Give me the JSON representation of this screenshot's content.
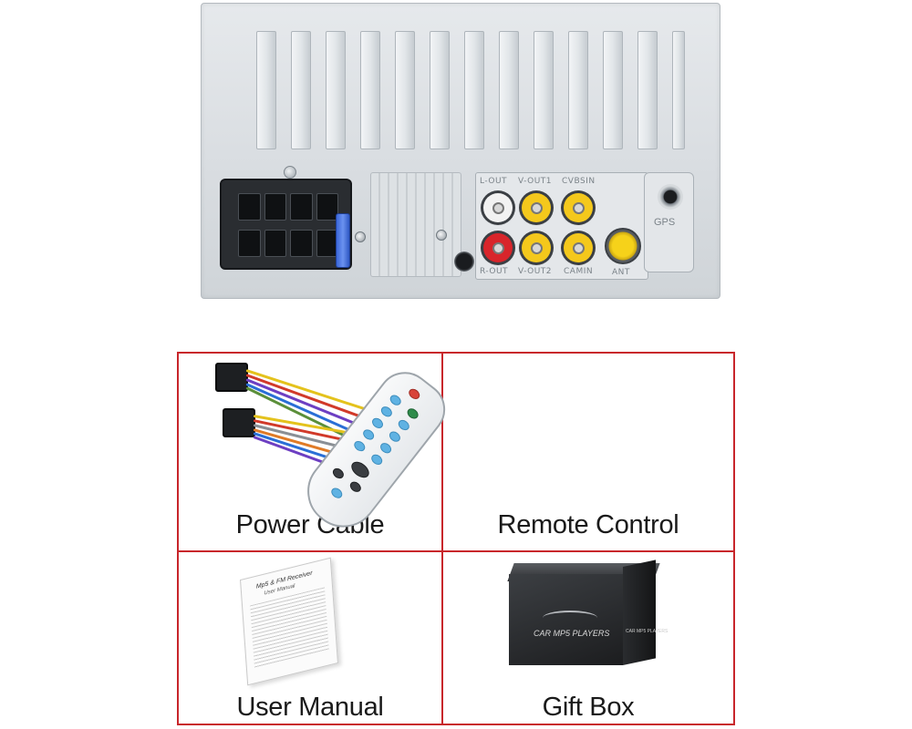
{
  "unit_labels": {
    "l_out": "L-OUT",
    "v_out1": "V-OUT1",
    "cvbsin": "CVBSIN",
    "r_out": "R-OUT",
    "v_out2": "V-OUT2",
    "camin": "CAMIN",
    "ant": "ANT",
    "gps": "GPS"
  },
  "colors": {
    "grid_border": "#c8262b",
    "rca_white": "#f2f2f2",
    "rca_red": "#d8252b",
    "rca_yellow": "#f4c81c"
  },
  "items": {
    "power_cable": "Power Cable",
    "remote_control": "Remote Control",
    "user_manual": "User Manual",
    "gift_box": "Gift Box"
  },
  "manual": {
    "title": "Mp5 & FM Receiver",
    "subtitle": "User Manual"
  },
  "box": {
    "brand": "CAR MP5 PLAYERS"
  }
}
